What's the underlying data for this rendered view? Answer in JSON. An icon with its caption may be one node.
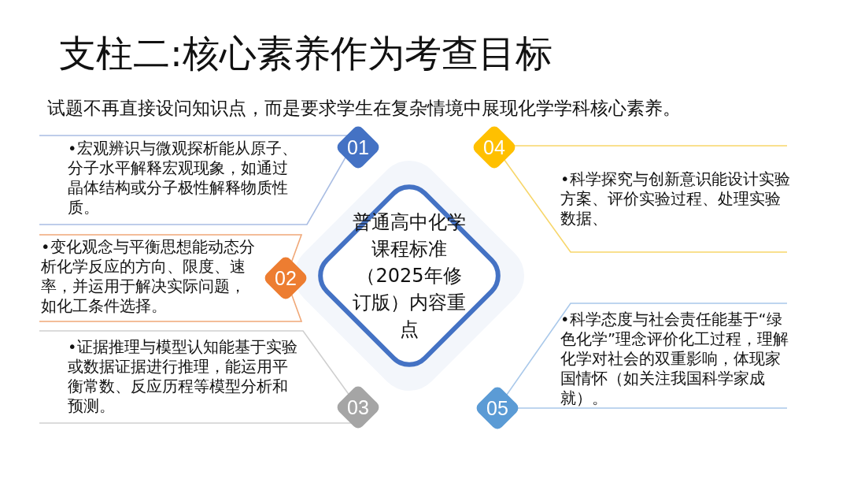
{
  "diagram": {
    "title": "支柱二:核心素养作为考查目标",
    "nodes": [
      {
        "text": [
          "普通高中化学课程标准（2025年修订版）内容重点"
        ]
      },
      {
        "text": [
          "01"
        ]
      },
      {
        "text": [
          "02"
        ]
      },
      {
        "text": [
          "03"
        ]
      },
      {
        "text": [
          "04"
        ]
      },
      {
        "text": [
          "05"
        ]
      },
      {
        "text": [
          "•宏观辨识与微观探析能从原子、分子水平解释宏观现象，如通过晶体结构或分子极性解释物质性质。"
        ]
      },
      {
        "text": [
          "•变化观念与平衡思想能动态分析化学反应的方向、限度、速率，并运用于解决实际问题，如化工条件选择。"
        ]
      },
      {
        "text": [
          "•证据推理与模型认知能基于实验或数据证据进行推理，能运用平衡常数、反应历程等模型分析和预测。"
        ]
      },
      {
        "text": [
          "•科学探究与创新意识能设计实验方案、评价实验过程、处理实验数据、"
        ]
      },
      {
        "text": [
          "•科学态度与社会责任能基于“绿色化学”理念评价化工过程，理解化学对社会的双重影响，体现家国情怀（如关注我国科学家成就）。"
        ]
      }
    ],
    "labels": [
      "试题不再直接设问知识点，而是要求学生在复杂情境中展现化学学科核心素养。"
    ]
  }
}
